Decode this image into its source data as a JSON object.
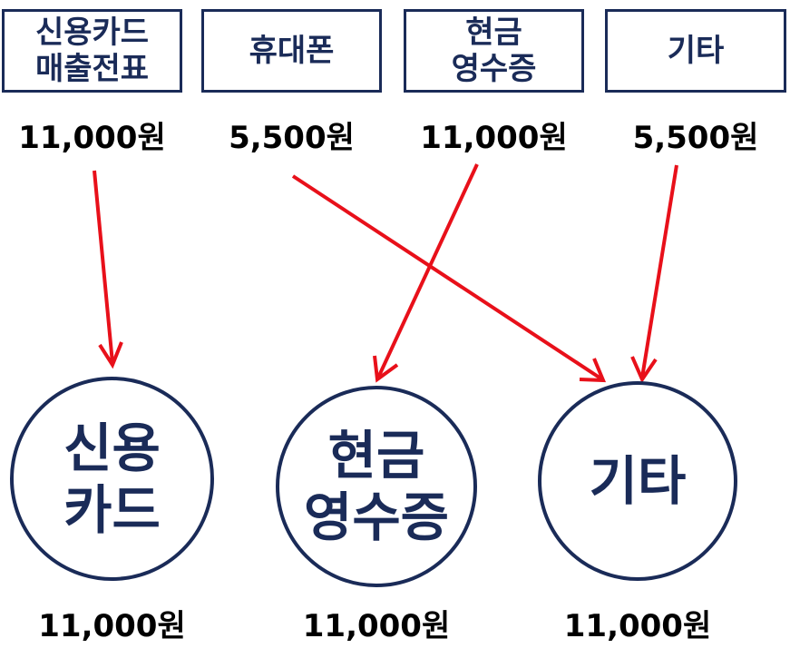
{
  "sources": [
    {
      "label": "신용카드\n매출전표",
      "amount": "11,000원"
    },
    {
      "label": "휴대폰",
      "amount": "5,500원"
    },
    {
      "label": "현금\n영수증",
      "amount": "11,000원"
    },
    {
      "label": "기타",
      "amount": "5,500원"
    }
  ],
  "destinations": [
    {
      "label": "신용\n카드",
      "amount": "11,000원"
    },
    {
      "label": "현금\n영수증",
      "amount": "11,000원"
    },
    {
      "label": "기타",
      "amount": "11,000원"
    }
  ],
  "colors": {
    "box_border": "#1a2b58",
    "text_dark": "#1a2b58",
    "arrow": "#e8101a"
  },
  "mapping": [
    {
      "from": 0,
      "to": 0
    },
    {
      "from": 1,
      "to": 2
    },
    {
      "from": 2,
      "to": 1
    },
    {
      "from": 3,
      "to": 2
    }
  ]
}
